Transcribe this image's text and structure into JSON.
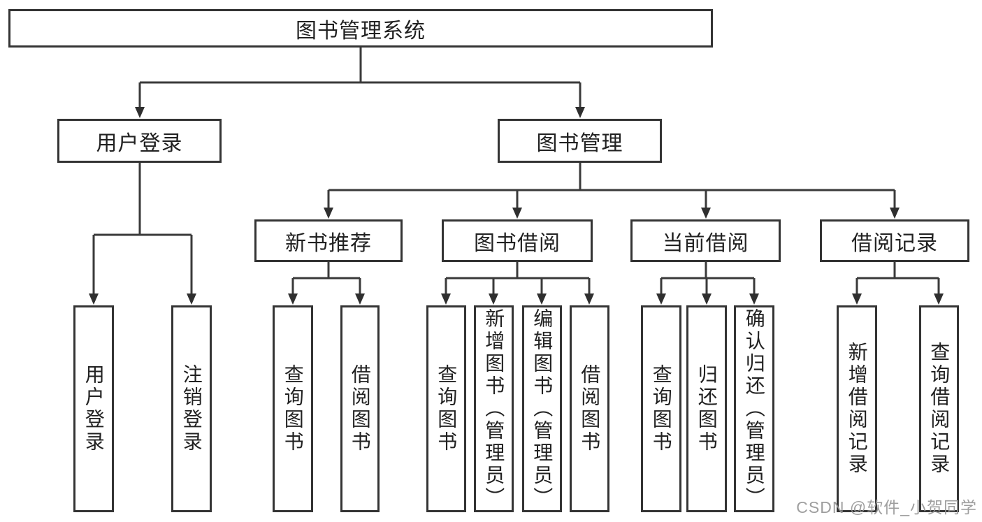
{
  "diagram": {
    "root": {
      "label": "图书管理系统"
    },
    "modules": [
      {
        "label": "用户登录",
        "children": [
          {
            "label": "用户登录"
          },
          {
            "label": "注销登录"
          }
        ]
      },
      {
        "label": "图书管理",
        "submodules": [
          {
            "label": "新书推荐",
            "children": [
              {
                "label": "查询图书"
              },
              {
                "label": "借阅图书"
              }
            ]
          },
          {
            "label": "图书借阅",
            "children": [
              {
                "label": "查询图书"
              },
              {
                "label": "新增图书（管理员）"
              },
              {
                "label": "编辑图书（管理员）"
              },
              {
                "label": "借阅图书"
              }
            ]
          },
          {
            "label": "当前借阅",
            "children": [
              {
                "label": "查询图书"
              },
              {
                "label": "归还图书"
              },
              {
                "label": "确认归还（管理员）"
              }
            ]
          },
          {
            "label": "借阅记录",
            "children": [
              {
                "label": "新增借阅记录"
              },
              {
                "label": "查询借阅记录"
              }
            ]
          }
        ]
      }
    ]
  },
  "watermark": {
    "text": "CSDN @软件_小贺同学"
  },
  "colors": {
    "line": "#3a3a3a",
    "box_border": "#343434",
    "text": "#212121",
    "watermark": "#969696",
    "background": "#ffffff"
  }
}
